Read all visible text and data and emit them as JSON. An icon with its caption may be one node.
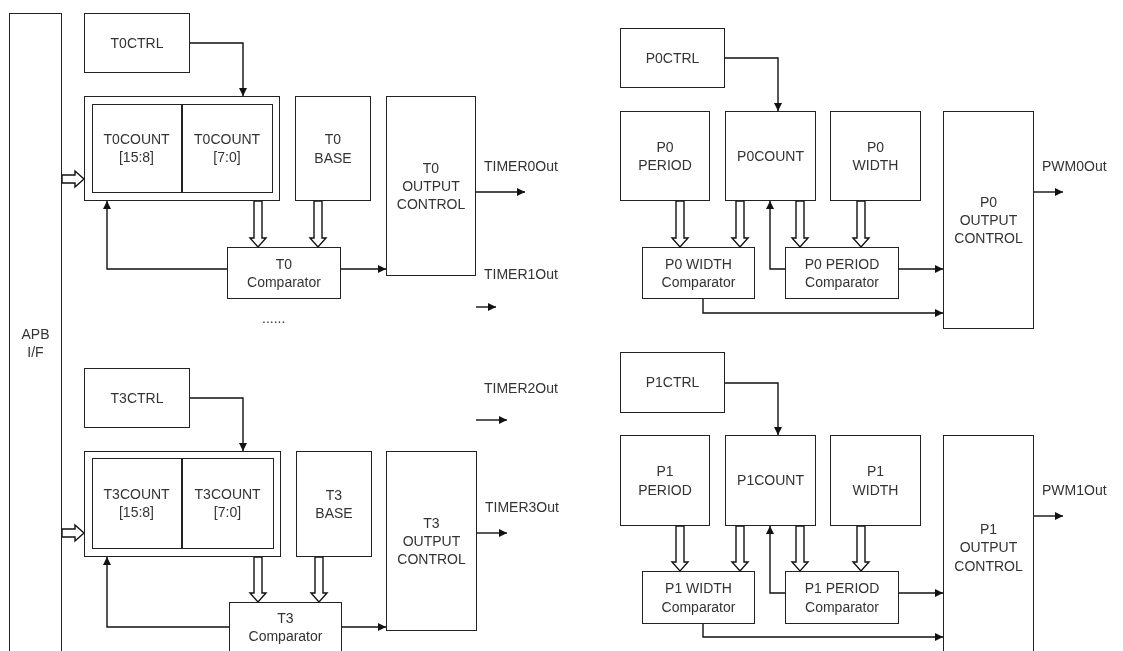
{
  "diagram": {
    "nodes": [
      {
        "text": [
          "APB I/F"
        ]
      },
      {
        "text": [
          "T0CTRL"
        ]
      },
      {
        "text": [],
        "shape": "box"
      },
      {
        "text": [
          "T0COUNT [15:8]"
        ],
        "in": 2
      },
      {
        "text": [
          "T0COUNT [7:0]"
        ],
        "in": 2
      },
      {
        "text": [
          "T0 BASE"
        ]
      },
      {
        "text": [
          "T0 OUTPUT CONTROL"
        ]
      },
      {
        "text": [
          "T0 Comparator"
        ]
      },
      {
        "text": [
          "T3CTRL"
        ]
      },
      {
        "text": [],
        "shape": "box"
      },
      {
        "text": [
          "T3COUNT [15:8]"
        ],
        "in": 9
      },
      {
        "text": [
          "T3COUNT [7:0]"
        ],
        "in": 9
      },
      {
        "text": [
          "T3 BASE"
        ]
      },
      {
        "text": [
          "T3 OUTPUT CONTROL"
        ]
      },
      {
        "text": [
          "T3 Comparator"
        ]
      },
      {
        "text": [
          "P0CTRL"
        ]
      },
      {
        "text": [
          "P0 PERIOD"
        ]
      },
      {
        "text": [
          "P0COUNT"
        ]
      },
      {
        "text": [
          "P0 WIDTH"
        ]
      },
      {
        "text": [
          "P0 OUTPUT CONTROL"
        ]
      },
      {
        "text": [
          "P0 WIDTH Comparator"
        ]
      },
      {
        "text": [
          "P0 PERIOD Comparator"
        ]
      },
      {
        "text": [
          "P1CTRL"
        ]
      },
      {
        "text": [
          "P1 PERIOD"
        ]
      },
      {
        "text": [
          "P1COUNT"
        ]
      },
      {
        "text": [
          "P1 WIDTH"
        ]
      },
      {
        "text": [
          "P1 OUTPUT CONTROL"
        ]
      },
      {
        "text": [
          "P1 WIDTH Comparator"
        ]
      },
      {
        "text": [
          "P1 PERIOD Comparator"
        ]
      }
    ],
    "edges": [
      {
        "from": 1,
        "to": 2,
        "arrow": "to"
      },
      {
        "from": 0,
        "to": 2,
        "arrow": "to",
        "style": "thick"
      },
      {
        "from": 2,
        "to": 7,
        "arrow": "to",
        "style": "thick"
      },
      {
        "from": 5,
        "to": 7,
        "arrow": "to",
        "style": "thick"
      },
      {
        "from": 7,
        "to": 2,
        "arrow": "to"
      },
      {
        "from": 7,
        "to": 6,
        "arrow": "to"
      },
      {
        "from": 6,
        "to": null,
        "arrow": "to",
        "label": "TIMER0Out"
      },
      {
        "from": 8,
        "to": 9,
        "arrow": "to"
      },
      {
        "from": 0,
        "to": 9,
        "arrow": "to",
        "style": "thick"
      },
      {
        "from": 9,
        "to": 14,
        "arrow": "to",
        "style": "thick"
      },
      {
        "from": 12,
        "to": 14,
        "arrow": "to",
        "style": "thick"
      },
      {
        "from": 14,
        "to": 9,
        "arrow": "to"
      },
      {
        "from": 14,
        "to": 13,
        "arrow": "to"
      },
      {
        "from": 13,
        "to": null,
        "arrow": "to",
        "label": "TIMER3Out"
      },
      {
        "from": 15,
        "to": 17,
        "arrow": "to"
      },
      {
        "from": 16,
        "to": 20,
        "arrow": "to",
        "style": "thick"
      },
      {
        "from": 17,
        "to": 20,
        "arrow": "to",
        "style": "thick"
      },
      {
        "from": 17,
        "to": 21,
        "arrow": "to",
        "style": "thick"
      },
      {
        "from": 18,
        "to": 21,
        "arrow": "to",
        "style": "thick"
      },
      {
        "from": 21,
        "to": 17,
        "arrow": "to"
      },
      {
        "from": 21,
        "to": 19,
        "arrow": "to"
      },
      {
        "from": 20,
        "to": 19,
        "arrow": "to"
      },
      {
        "from": 19,
        "to": null,
        "arrow": "to",
        "label": "PWM0Out"
      },
      {
        "from": 22,
        "to": 24,
        "arrow": "to"
      },
      {
        "from": 23,
        "to": 27,
        "arrow": "to",
        "style": "thick"
      },
      {
        "from": 24,
        "to": 27,
        "arrow": "to",
        "style": "thick"
      },
      {
        "from": 24,
        "to": 28,
        "arrow": "to",
        "style": "thick"
      },
      {
        "from": 25,
        "to": 28,
        "arrow": "to",
        "style": "thick"
      },
      {
        "from": 28,
        "to": 24,
        "arrow": "to"
      },
      {
        "from": 28,
        "to": 26,
        "arrow": "to"
      },
      {
        "from": 27,
        "to": 26,
        "arrow": "to"
      },
      {
        "from": 26,
        "to": null,
        "arrow": "to",
        "label": "PWM1Out"
      }
    ],
    "labels": [
      "......",
      "TIMER1Out",
      "TIMER2Out"
    ]
  }
}
